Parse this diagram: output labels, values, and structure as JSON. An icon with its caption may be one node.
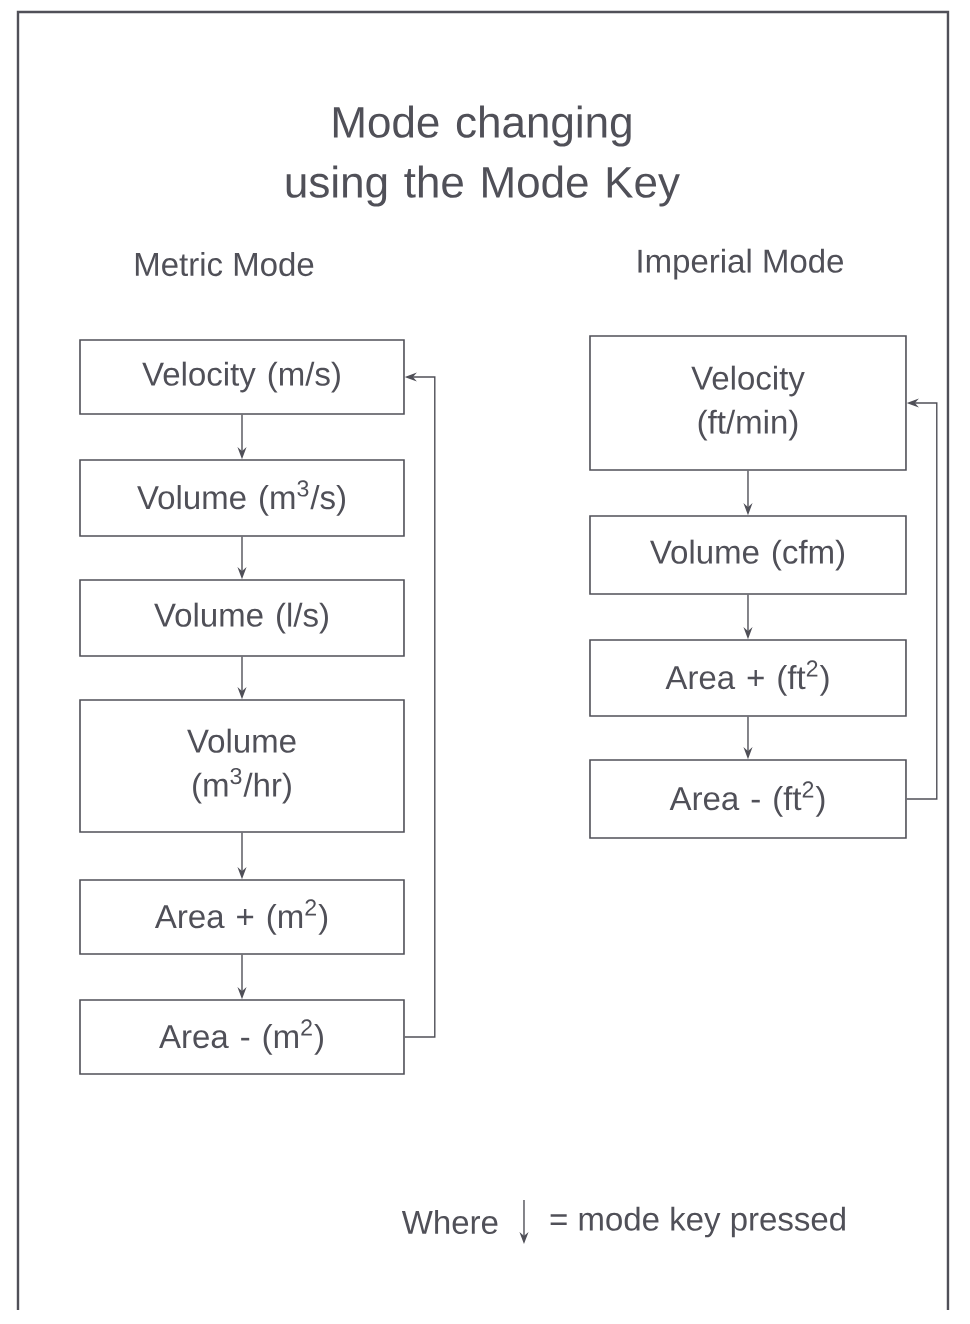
{
  "diagram": {
    "title": "Mode changing using the Mode Key",
    "nodes": [
      {
        "text": [
          "Velocity (m/s)"
        ]
      },
      {
        "text": [
          "Volume (m$^{3}$/s)"
        ]
      },
      {
        "text": [
          "Volume (l/s)"
        ]
      },
      {
        "text": [
          "Volume (m$^{3}$/hr)"
        ]
      },
      {
        "text": [
          "Area + (m$^{2}$)"
        ]
      },
      {
        "text": [
          "Area - (m$^{2}$)"
        ]
      },
      {
        "text": [
          "Velocity (ft/min)"
        ]
      },
      {
        "text": [
          "Volume (cfm)"
        ]
      },
      {
        "text": [
          "Area + (ft$^{2}$)"
        ]
      },
      {
        "text": [
          "Area - (ft$^{2}$)"
        ]
      }
    ],
    "edges": [
      {
        "from": 0,
        "to": 1,
        "arrow": "to"
      },
      {
        "from": 1,
        "to": 2,
        "arrow": "to"
      },
      {
        "from": 2,
        "to": 3,
        "arrow": "to"
      },
      {
        "from": 3,
        "to": 4,
        "arrow": "to"
      },
      {
        "from": 4,
        "to": 5,
        "arrow": "to"
      },
      {
        "from": 5,
        "to": 0,
        "arrow": "to"
      },
      {
        "from": 6,
        "to": 7,
        "arrow": "to"
      },
      {
        "from": 7,
        "to": 8,
        "arrow": "to"
      },
      {
        "from": 8,
        "to": 9,
        "arrow": "to"
      },
      {
        "from": 9,
        "to": 6,
        "arrow": "to"
      }
    ],
    "labels": [
      "Metric Mode",
      "Imperial Mode",
      "Where",
      "= mode key pressed"
    ]
  }
}
